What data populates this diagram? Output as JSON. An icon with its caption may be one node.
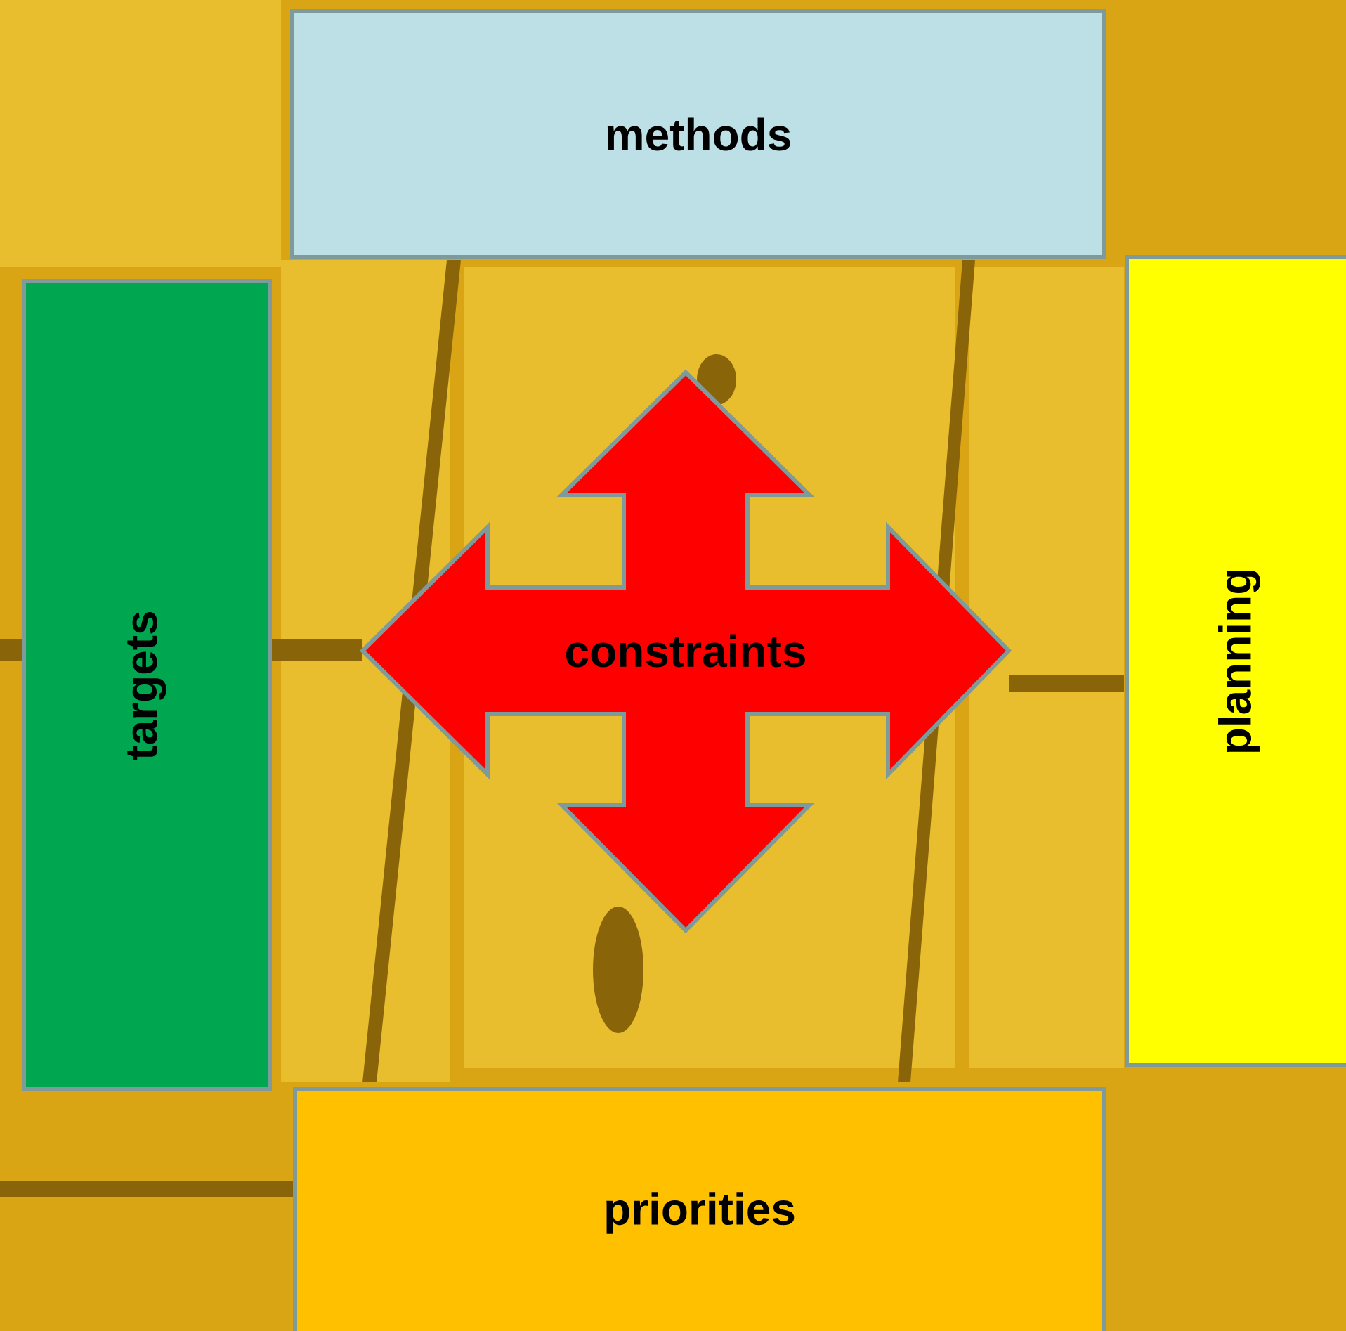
{
  "diagram": {
    "nodes": [
      {
        "text": [
          "methods"
        ]
      },
      {
        "text": [
          "targets"
        ]
      },
      {
        "text": [
          "constraints"
        ]
      },
      {
        "text": [
          "planning"
        ]
      },
      {
        "text": [
          "priorities"
        ]
      }
    ]
  }
}
